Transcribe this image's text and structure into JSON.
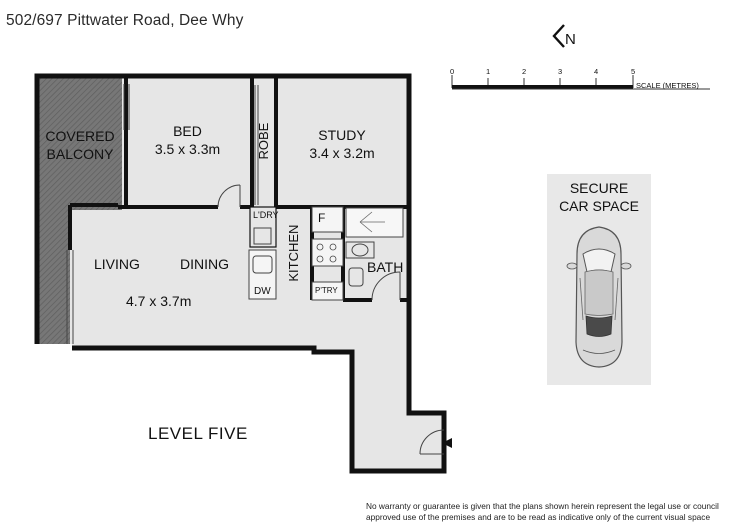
{
  "header": {
    "address": "502/697 Pittwater Road, Dee Why"
  },
  "compass": {
    "letter": "N",
    "icon": "north-arrow-icon"
  },
  "scale": {
    "ticks": [
      "0",
      "1",
      "2",
      "3",
      "4",
      "5"
    ],
    "label": "SCALE (METRES)"
  },
  "rooms": {
    "balcony": {
      "name_line1": "COVERED",
      "name_line2": "BALCONY"
    },
    "bed": {
      "name": "BED",
      "size": "3.5 x 3.3m"
    },
    "robe": {
      "name": "ROBE"
    },
    "study": {
      "name": "STUDY",
      "size": "3.4 x 3.2m"
    },
    "laundry": {
      "name": "L'DRY"
    },
    "fridge": {
      "name": "F"
    },
    "kitchen": {
      "name": "KITCHEN"
    },
    "dishwasher": {
      "name": "DW"
    },
    "pantry": {
      "name": "P'TRY"
    },
    "bath": {
      "name": "BATH"
    },
    "living": {
      "name": "LIVING"
    },
    "dining": {
      "name": "DINING"
    },
    "living_dining_size": "4.7 x 3.7m"
  },
  "car_space": {
    "line1": "SECURE",
    "line2": "CAR SPACE",
    "icon": "car-icon"
  },
  "level": "LEVEL FIVE",
  "disclaimer": "No warranty or guarantee is given that the plans shown herein represent the legal use or council approved use of the premises and are to be read as indicative only of the current visual space",
  "colors": {
    "wall": "#111111",
    "floor": "#e6e6e6",
    "balcony": "#7a7a7a",
    "car_bg": "#e8e8e8",
    "line": "#444444"
  }
}
